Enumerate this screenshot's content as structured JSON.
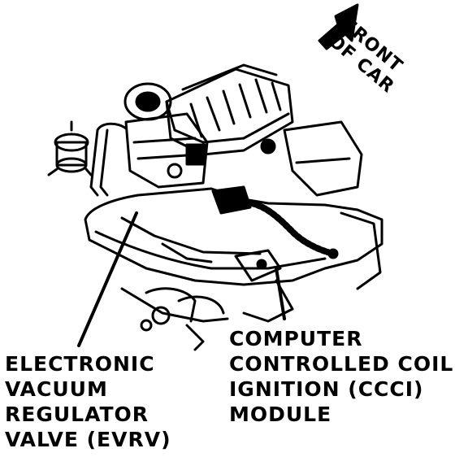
{
  "orientation": {
    "line1": "FRONT",
    "line2": "OF CAR"
  },
  "callouts": {
    "evrv": {
      "line1": "ELECTRONIC",
      "line2": "VACUUM",
      "line3": "REGULATOR",
      "line4": "VALVE (EVRV)"
    },
    "ccci": {
      "line1": "COMPUTER",
      "line2": "CONTROLLED COIL",
      "line3": "IGNITION (CCCI)",
      "line4": "MODULE"
    }
  },
  "colors": {
    "ink": "#000000",
    "paper": "#ffffff"
  }
}
